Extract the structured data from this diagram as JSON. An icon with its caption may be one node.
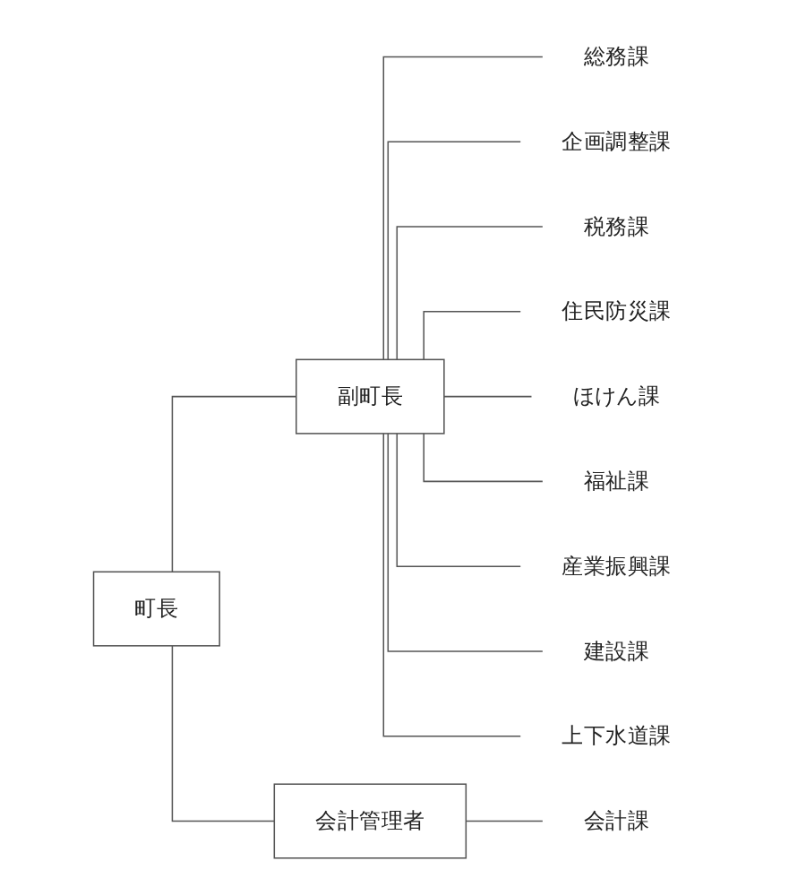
{
  "diagram": {
    "nodes": [
      {
        "text": [
          "町長"
        ]
      },
      {
        "text": [
          "副町長"
        ]
      },
      {
        "text": [
          "総務課"
        ]
      },
      {
        "text": [
          "企画調整課"
        ]
      },
      {
        "text": [
          "税務課"
        ]
      },
      {
        "text": [
          "住民防災課"
        ]
      },
      {
        "text": [
          "ほけん課"
        ]
      },
      {
        "text": [
          "福祉課"
        ]
      },
      {
        "text": [
          "産業振興課"
        ]
      },
      {
        "text": [
          "建設課"
        ]
      },
      {
        "text": [
          "上下水道課"
        ]
      },
      {
        "text": [
          "会計管理者"
        ]
      },
      {
        "text": [
          "会計課"
        ]
      }
    ],
    "edges": [
      {
        "from": 0,
        "to": 1,
        "arrow": "none"
      },
      {
        "from": 0,
        "to": 11,
        "arrow": "none"
      },
      {
        "from": 1,
        "to": 2,
        "arrow": "none"
      },
      {
        "from": 1,
        "to": 3,
        "arrow": "none"
      },
      {
        "from": 1,
        "to": 4,
        "arrow": "none"
      },
      {
        "from": 1,
        "to": 5,
        "arrow": "none"
      },
      {
        "from": 1,
        "to": 6,
        "arrow": "none"
      },
      {
        "from": 1,
        "to": 7,
        "arrow": "none"
      },
      {
        "from": 1,
        "to": 8,
        "arrow": "none"
      },
      {
        "from": 1,
        "to": 9,
        "arrow": "none"
      },
      {
        "from": 1,
        "to": 10,
        "arrow": "none"
      },
      {
        "from": 11,
        "to": 12,
        "arrow": "none"
      }
    ]
  }
}
